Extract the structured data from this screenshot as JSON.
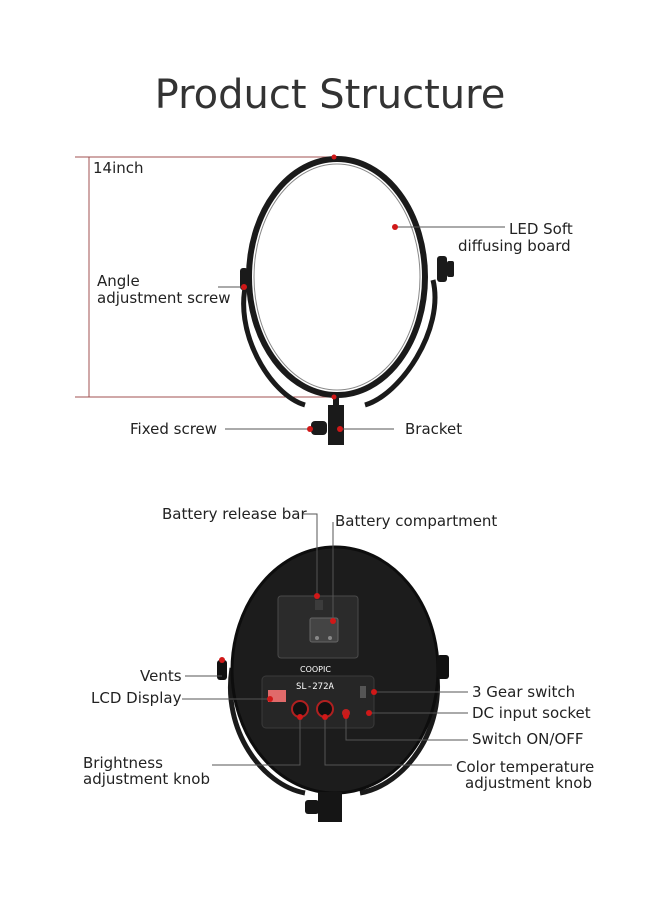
{
  "title": "Product Structure",
  "front": {
    "size_label": "14inch",
    "callouts": {
      "led_board_line1": "LED Soft",
      "led_board_line2": "diffusing board",
      "angle_screw_line1": "Angle",
      "angle_screw_line2": "adjustment screw",
      "fixed_screw": "Fixed screw",
      "bracket": "Bracket"
    }
  },
  "back": {
    "brand": "COOPIC",
    "model": "SL-272A",
    "callouts": {
      "battery_release_bar": "Battery release bar",
      "battery_compartment": "Battery compartment",
      "vents": "Vents",
      "lcd_display": "LCD Display",
      "gear_switch": "3 Gear switch",
      "dc_input": "DC input socket",
      "switch_onoff": "Switch ON/OFF",
      "brightness_line1": "Brightness",
      "brightness_line2": "adjustment knob",
      "color_temp_line1": "Color temperature",
      "color_temp_line2": "adjustment knob"
    }
  },
  "colors": {
    "accent_dot": "#d01818",
    "leader_line": "#555555",
    "dimension_line": "#a05050",
    "frame": "#1a1a1a"
  }
}
